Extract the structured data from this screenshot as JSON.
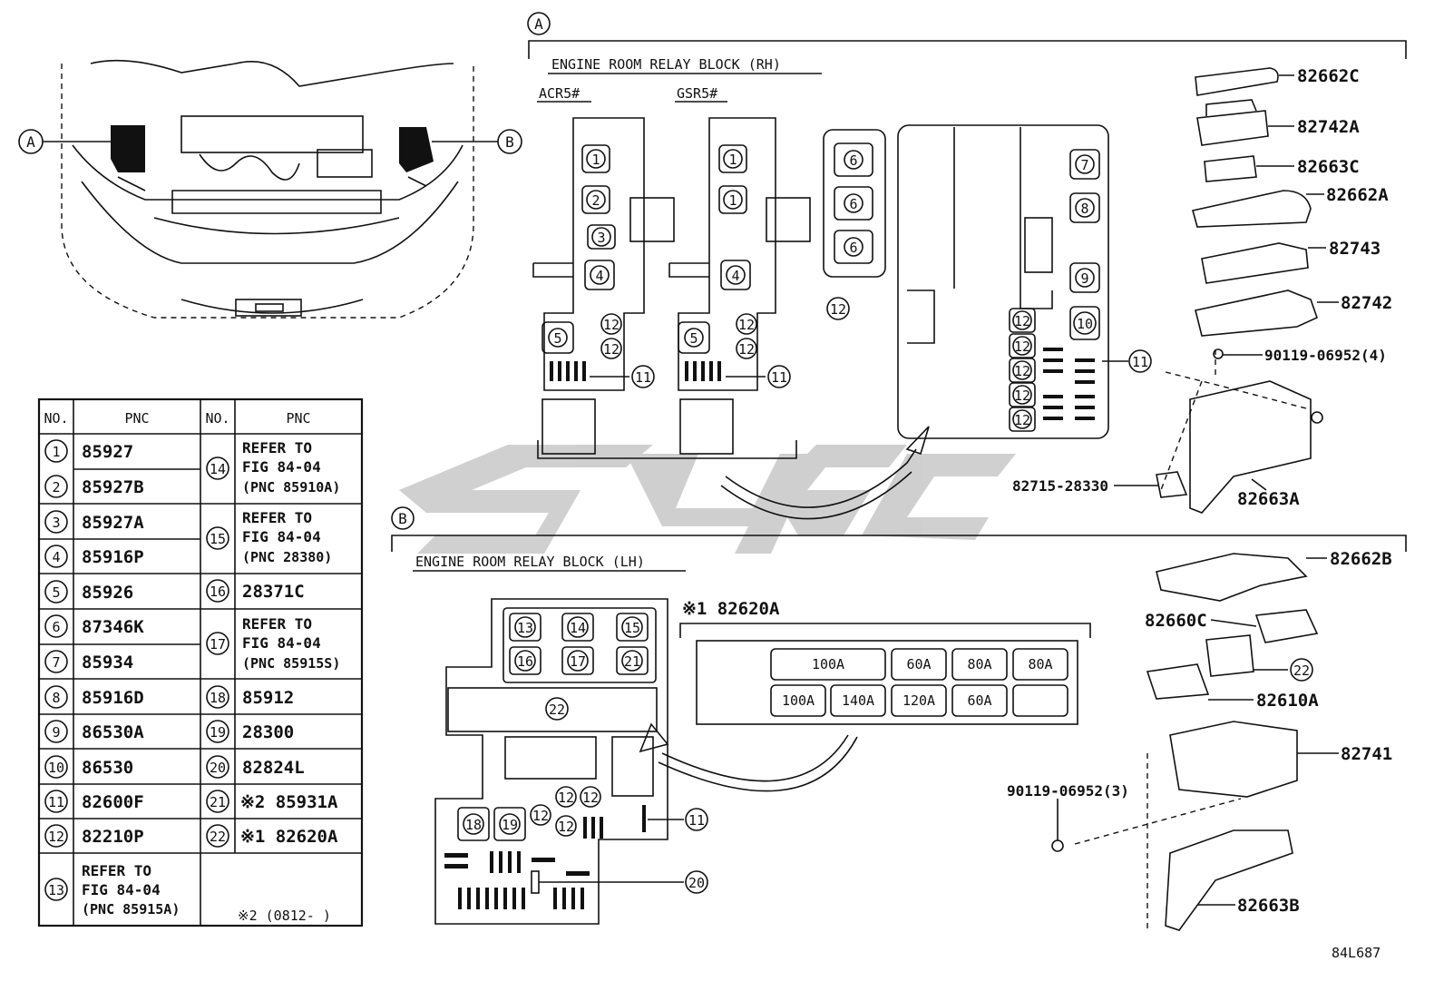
{
  "section_a": {
    "marker": "A",
    "title": "ENGINE ROOM RELAY BLOCK (RH)",
    "variant_1": "ACR5#",
    "variant_2": "GSR5#",
    "parts": {
      "p1": "82662C",
      "p2": "82742A",
      "p3": "82663C",
      "p4": "82662A",
      "p5": "82743",
      "p6": "82742",
      "p7": "90119-06952(4)",
      "p8": "82715-28330",
      "p9": "82663A"
    }
  },
  "section_b": {
    "marker": "B",
    "title": "ENGINE ROOM RELAY BLOCK (LH)",
    "fuse_block_label": "※1 82620A",
    "fuses_row1": [
      "100A",
      "60A",
      "80A",
      "80A"
    ],
    "fuses_row2": [
      "100A",
      "140A",
      "120A",
      "60A",
      ""
    ],
    "parts": {
      "p1": "82662B",
      "p2": "82660C",
      "p3": "82610A",
      "p4": "82741",
      "p5": "90119-06952(3)",
      "p6": "82663B"
    }
  },
  "car_markers": {
    "left": "A",
    "right": "B"
  },
  "table": {
    "headers": [
      "NO.",
      "PNC",
      "NO.",
      "PNC"
    ],
    "left": [
      {
        "no": "1",
        "pnc": "85927"
      },
      {
        "no": "2",
        "pnc": "85927B"
      },
      {
        "no": "3",
        "pnc": "85927A"
      },
      {
        "no": "4",
        "pnc": "85916P"
      },
      {
        "no": "5",
        "pnc": "85926"
      },
      {
        "no": "6",
        "pnc": "87346K"
      },
      {
        "no": "7",
        "pnc": "85934"
      },
      {
        "no": "8",
        "pnc": "85916D"
      },
      {
        "no": "9",
        "pnc": "86530A"
      },
      {
        "no": "10",
        "pnc": "86530"
      },
      {
        "no": "11",
        "pnc": "82600F"
      },
      {
        "no": "12",
        "pnc": "82210P"
      }
    ],
    "left13": {
      "no": "13",
      "line1": "REFER TO",
      "line2": "FIG 84-04",
      "line3": "(PNC 85915A)"
    },
    "right_refer": [
      {
        "no": "14",
        "line1": "REFER TO",
        "line2": "FIG 84-04",
        "line3": "(PNC 85910A)"
      },
      {
        "no": "15",
        "line1": "REFER TO",
        "line2": "FIG 84-04",
        "line3": "(PNC 28380)"
      },
      {
        "no": "17",
        "line1": "REFER TO",
        "line2": "FIG 84-04",
        "line3": "(PNC 85915S)"
      }
    ],
    "right_simple": [
      {
        "no": "16",
        "pnc": "28371C"
      },
      {
        "no": "18",
        "pnc": "85912"
      },
      {
        "no": "19",
        "pnc": "28300"
      },
      {
        "no": "20",
        "pnc": "82824L"
      },
      {
        "no": "21",
        "pnc": "※2 85931A"
      },
      {
        "no": "22",
        "pnc": "※1 82620A"
      }
    ],
    "footnote": "※2 (0812-      )"
  },
  "figure_code": "84L687"
}
